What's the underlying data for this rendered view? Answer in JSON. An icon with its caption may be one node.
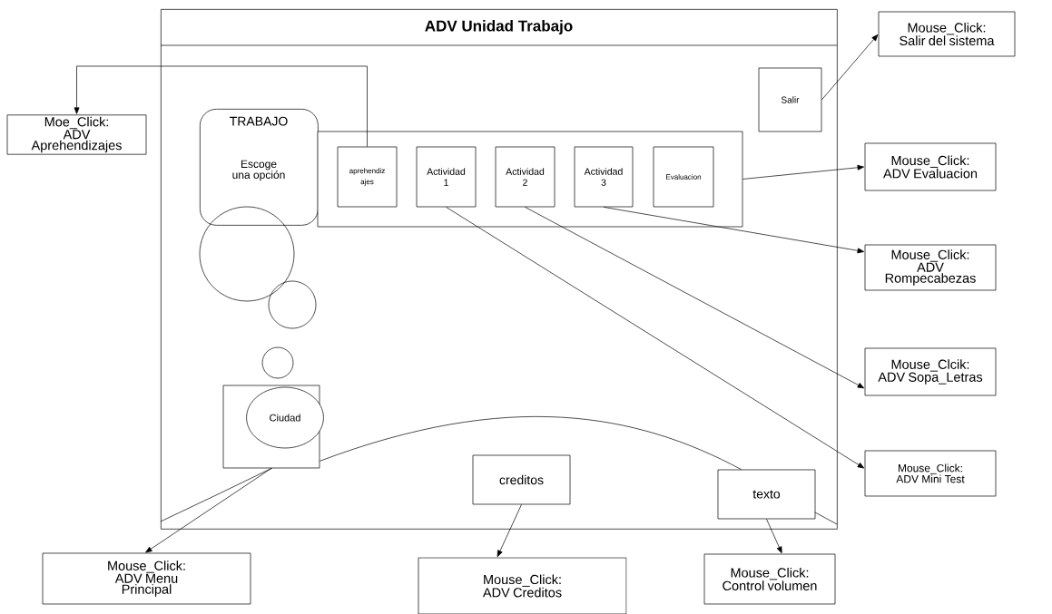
{
  "diagram": {
    "nodes": [
      {
        "text": [
          "ADV Unidad Trabajo"
        ]
      },
      {
        "text": [
          "Salir"
        ],
        "in": 0
      },
      {
        "text": [
          "TRABAJO",
          "Escoge una opción"
        ],
        "in": 0
      },
      {
        "text": [],
        "shape": "box",
        "in": 0
      },
      {
        "text": [
          "aprehendiz ajes"
        ],
        "in": 3
      },
      {
        "text": [
          "Actividad 1"
        ],
        "in": 3
      },
      {
        "text": [
          "Actividad 2"
        ],
        "in": 3
      },
      {
        "text": [
          "Actividad 3"
        ],
        "in": 3
      },
      {
        "text": [
          "Evaluacion"
        ],
        "in": 3
      },
      {
        "text": [],
        "shape": "circle",
        "in": 0
      },
      {
        "text": [],
        "shape": "circle",
        "in": 0
      },
      {
        "text": [],
        "shape": "circle",
        "in": 0
      },
      {
        "text": [],
        "shape": "box",
        "in": 0
      },
      {
        "text": [
          "Ciudad"
        ],
        "in": 12
      },
      {
        "text": [
          "creditos"
        ],
        "in": 0
      },
      {
        "text": [
          "texto"
        ],
        "in": 0
      },
      {
        "text": [
          "Moe_Click: ADV Aprehendizajes"
        ]
      },
      {
        "text": [
          "Mouse_Click: Salir del sistema"
        ]
      },
      {
        "text": [
          "Mouse_Click: ADV Evaluacion"
        ]
      },
      {
        "text": [
          "Mouse_Click: ADV Rompecabezas"
        ]
      },
      {
        "text": [
          "Mouse_Clcik: ADV Sopa_Letras"
        ]
      },
      {
        "text": [
          "Mouse_Click: ADV Mini Test"
        ]
      },
      {
        "text": [
          "Mouse_Click: ADV Menu Principal"
        ]
      },
      {
        "text": [
          "Mouse_Click: ADV Creditos"
        ]
      },
      {
        "text": [
          "Mouse_Click: Control volumen"
        ]
      }
    ],
    "edges": [
      {
        "from": 4,
        "to": 16,
        "arrow": "to"
      },
      {
        "from": 1,
        "to": 17,
        "arrow": "to"
      },
      {
        "from": 3,
        "to": 18,
        "arrow": "to"
      },
      {
        "from": 7,
        "to": 19,
        "arrow": "to"
      },
      {
        "from": 6,
        "to": 20,
        "arrow": "to"
      },
      {
        "from": 5,
        "to": 21,
        "arrow": "to"
      },
      {
        "from": 12,
        "to": 22,
        "arrow": "to"
      },
      {
        "from": 14,
        "to": 23,
        "arrow": "to"
      },
      {
        "from": 15,
        "to": 24,
        "arrow": "to"
      },
      {
        "from": 12,
        "to": 15,
        "arrow": "none"
      }
    ]
  }
}
